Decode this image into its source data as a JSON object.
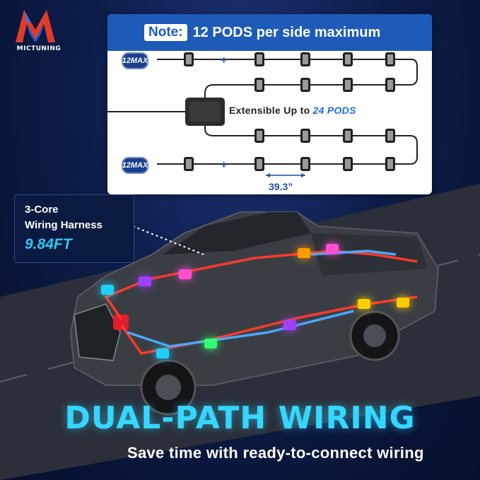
{
  "brand": {
    "name": "MICTUNING"
  },
  "diagram": {
    "note_label": "Note:",
    "note_text": "12 PODS per side maximum",
    "badge_top": "12MAX",
    "badge_bottom": "12MAX",
    "plus": "+",
    "extensible_text": "Extensible Up to",
    "extensible_highlight": "24 PODS",
    "measure": "39.3”"
  },
  "callout": {
    "line1": "3-Core",
    "line2": "Wiring Harness",
    "line3": "9.84FT"
  },
  "headline": {
    "title": "DUAL-PATH WIRING",
    "subtitle": "Save time with ready-to-connect wiring"
  },
  "colors": {
    "accent_blue": "#1e5bb8",
    "title_cyan": "#35d6ff",
    "wire_red": "#ff3a2a",
    "wire_blue": "#4aa8ff"
  },
  "pod_colors": [
    "#1ed0ff",
    "#a040ff",
    "#ff4fd0",
    "#ff9a00",
    "#ff4fd0",
    "#1ed0ff",
    "#30ff70",
    "#a040ff",
    "#ffd000",
    "#ffcc00"
  ]
}
